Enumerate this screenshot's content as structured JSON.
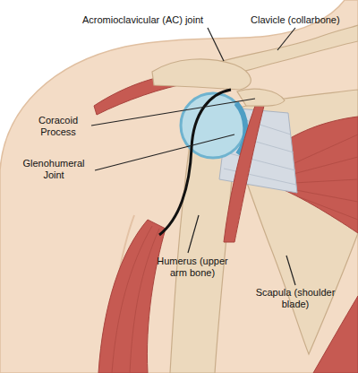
{
  "diagram": {
    "labels": [
      "Acromioclavicular (AC) joint",
      "Clavicle (collarbone)",
      "Coracoid Process",
      "Glenohumeral Joint",
      "Humerus (upper arm bone)",
      "Scapula (shoulder blade)"
    ]
  }
}
